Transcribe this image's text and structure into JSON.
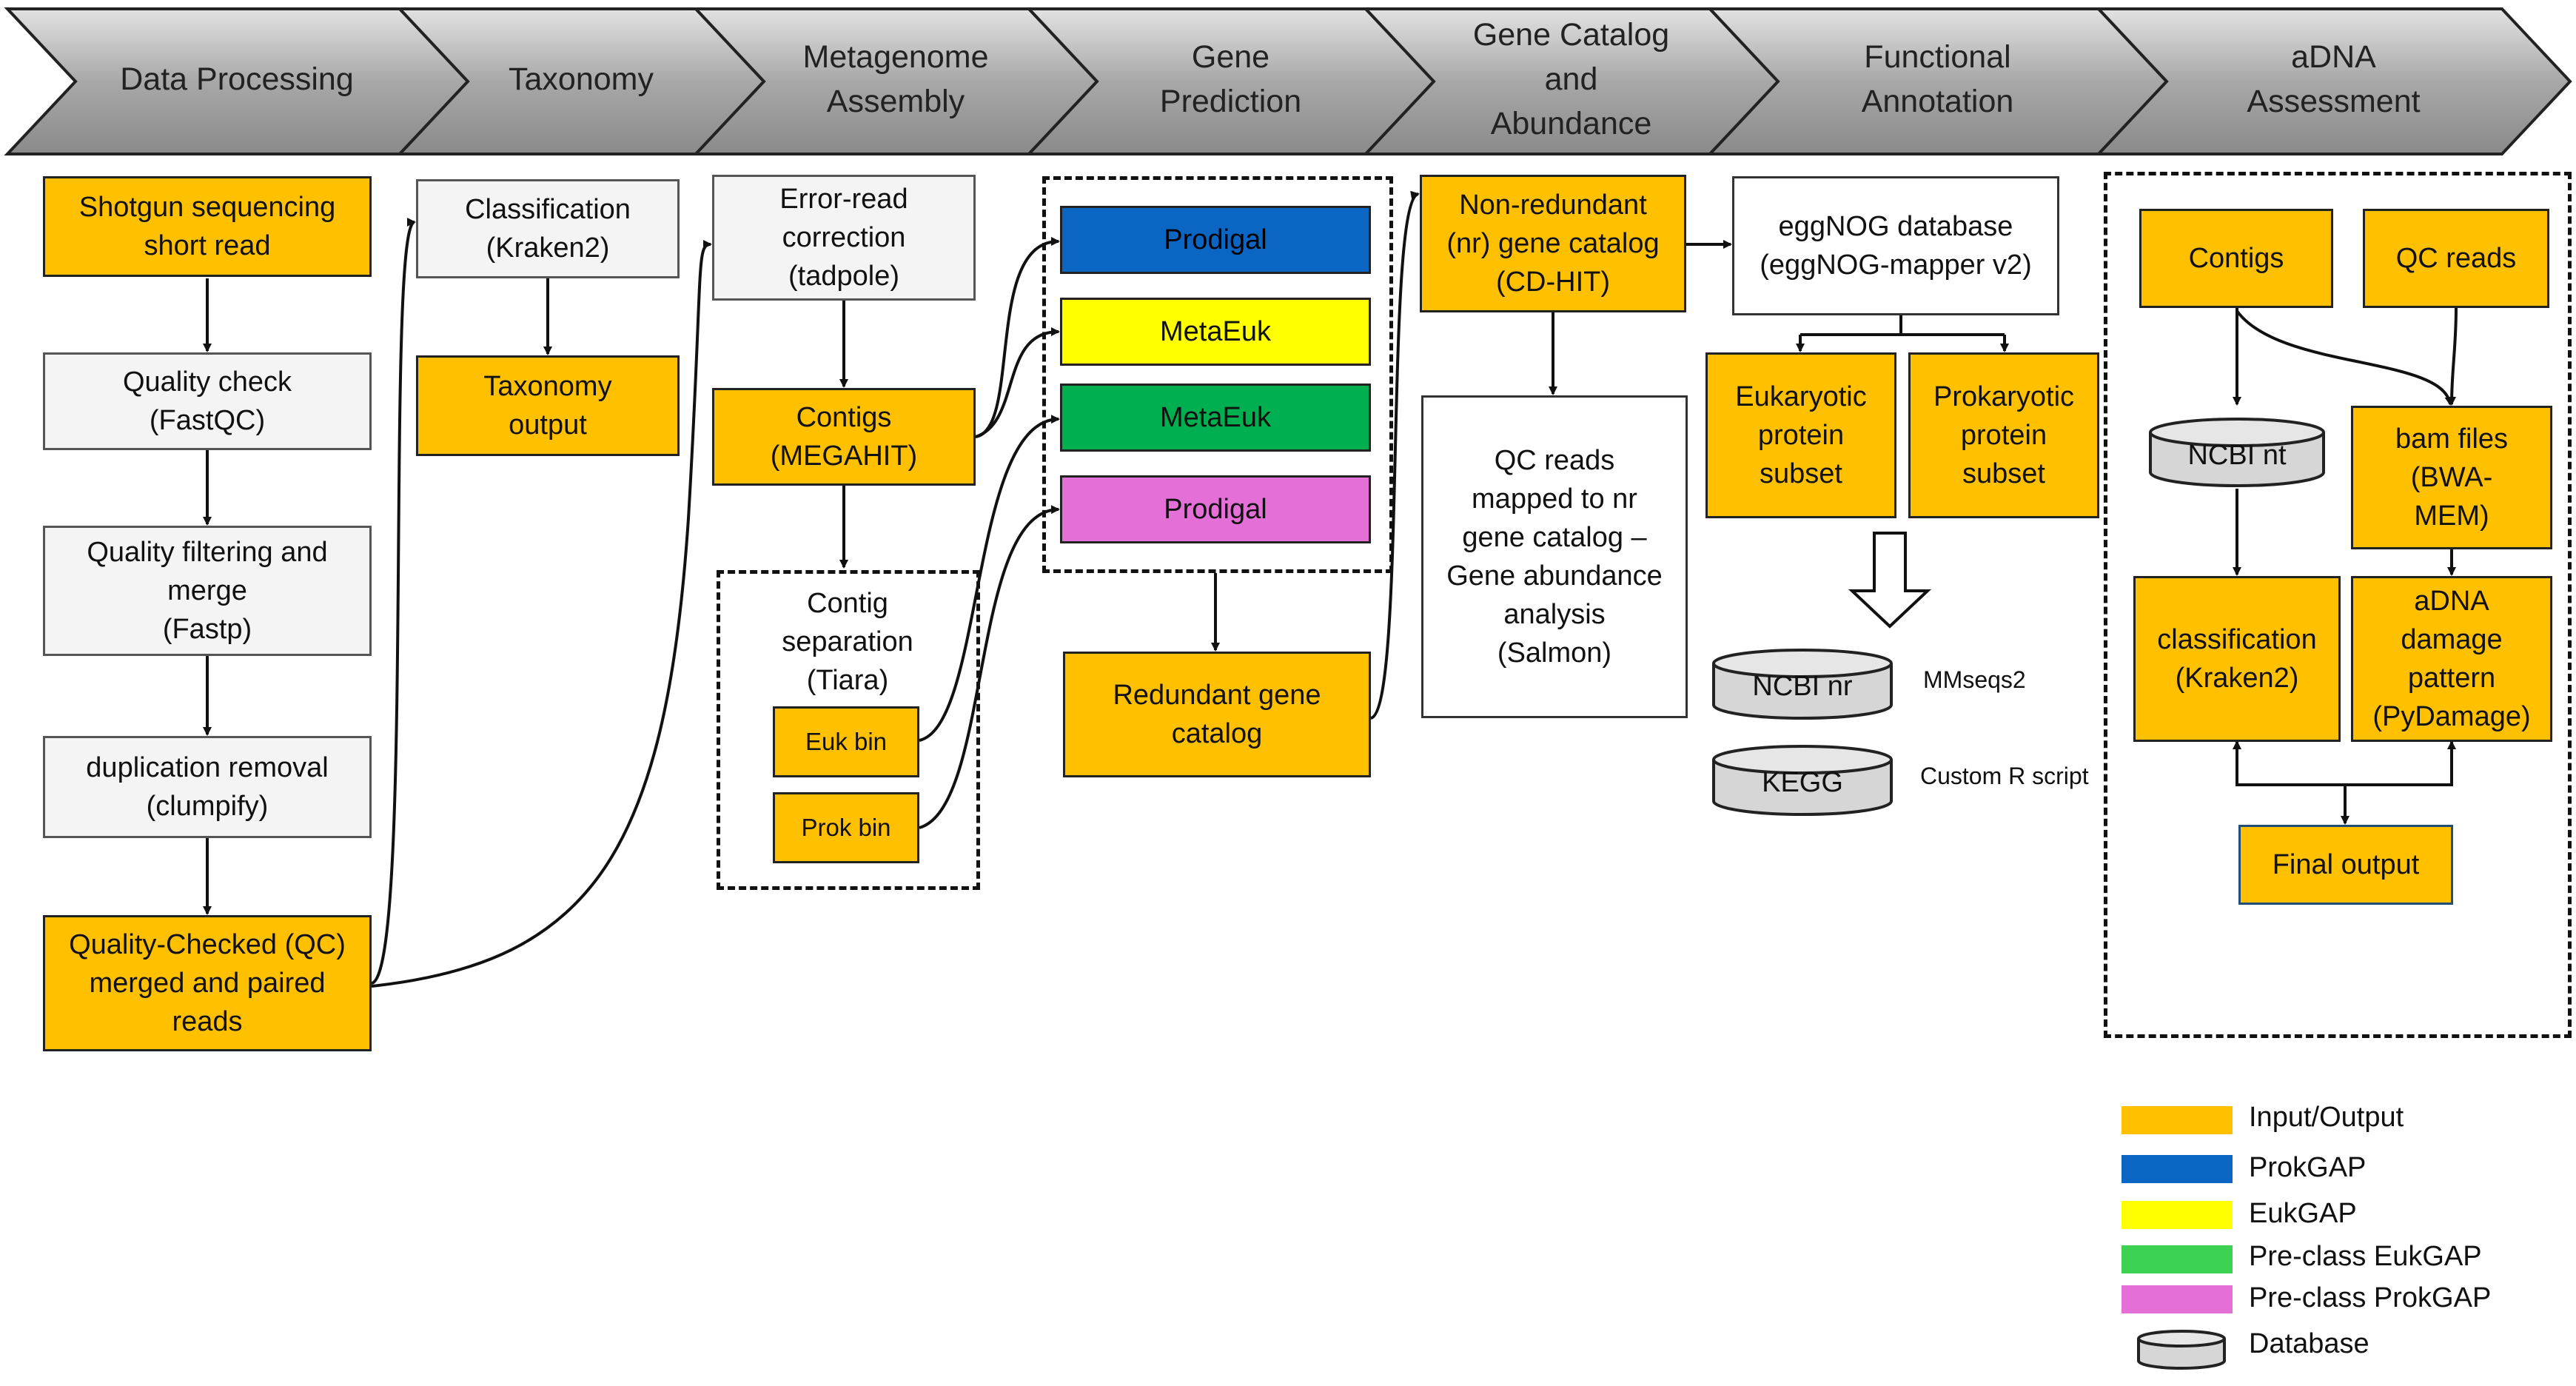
{
  "stages": [
    {
      "label": "Data Processing"
    },
    {
      "label": "Taxonomy"
    },
    {
      "label": "Metagenome\nAssembly"
    },
    {
      "label": "Gene\nPrediction"
    },
    {
      "label": "Gene Catalog\nand\nAbundance"
    },
    {
      "label": "Functional\nAnnotation"
    },
    {
      "label": "aDNA\nAssessment"
    }
  ],
  "data_processing": {
    "shotgun": "Shotgun sequencing\nshort read",
    "quality_check": "Quality check\n(FastQC)",
    "quality_filtering": "Quality filtering and\nmerge\n(Fastp)",
    "duplication_removal": "duplication removal\n(clumpify)",
    "qc_reads": "Quality-Checked (QC)\nmerged and paired\nreads"
  },
  "taxonomy": {
    "classification": "Classification\n(Kraken2)",
    "output": "Taxonomy\noutput"
  },
  "assembly": {
    "error_correction": "Error-read\ncorrection\n(tadpole)",
    "contigs": "Contigs\n(MEGAHIT)",
    "separation": "Contig\nseparation\n(Tiara)",
    "euk_bin": "Euk bin",
    "prok_bin": "Prok bin"
  },
  "gene_prediction": {
    "prodigal_1": "Prodigal",
    "metaeuk_1": "MetaEuk",
    "metaeuk_2": "MetaEuk",
    "prodigal_2": "Prodigal",
    "redundant": "Redundant gene\ncatalog"
  },
  "gene_catalog": {
    "nonredundant": "Non-redundant\n(nr) gene catalog\n(CD-HIT)",
    "abundance": "QC reads\nmapped to nr\ngene catalog –\nGene abundance\nanalysis\n(Salmon)"
  },
  "functional": {
    "eggnog": "eggNOG database\n(eggNOG-mapper v2)",
    "euk_subset": "Eukaryotic\nprotein\nsubset",
    "prok_subset": "Prokaryotic\nprotein\nsubset",
    "ncbi_nr": "NCBI nr",
    "mmseqs": "MMseqs2",
    "kegg": "KEGG",
    "custom_r": "Custom R script"
  },
  "adna": {
    "contigs": "Contigs",
    "qc_reads": "QC reads",
    "ncbi_nt": "NCBI nt",
    "bam": "bam files\n(BWA-\nMEM)",
    "classification": "classification\n(Kraken2)",
    "damage": "aDNA\ndamage\npattern\n(PyDamage)",
    "final": "Final output"
  },
  "legend": {
    "io": "Input/Output",
    "prokgap": "ProkGAP",
    "eukgap": "EukGAP",
    "preeuk": "Pre-class EukGAP",
    "preprok": "Pre-class ProkGAP",
    "database": "Database"
  },
  "colors": {
    "io": "#ffc000",
    "prokgap": "#0a66c2",
    "eukgap": "#ffff00",
    "preeuk": "#00b050",
    "preprok": "#e46fd6",
    "legend_preeuk": "#3cd150",
    "legend_preprok": "#e46fd6",
    "final_border": "#1f4e79"
  }
}
